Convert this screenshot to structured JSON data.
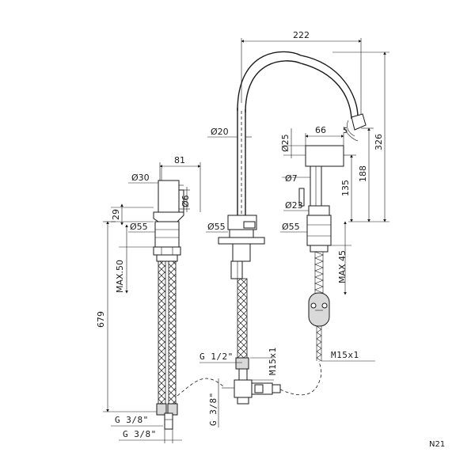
{
  "dimensions": {
    "spout_width": "222",
    "spout_height": "326",
    "spout_body_height": "188",
    "spout_lower_height": "135",
    "spout_max": "MAX 45",
    "spout_pipe_dia": "Ø20",
    "spout_head_dia": "Ø25",
    "spout_head_width": "66",
    "spout_lever_dia": "Ø7",
    "spout_collar_dia": "Ø23",
    "spout_base_dia": "Ø55",
    "center_base_dia": "Ø55",
    "left_width": "81",
    "left_head_dia": "Ø30",
    "left_lever_dia": "Ø6",
    "left_base_dia": "Ø55",
    "left_height": "29",
    "left_max": "MAX.50",
    "total_height": "679",
    "thread_left_1": "G 3/8\"",
    "thread_left_2": "G 3/8\"",
    "thread_center_top": "G 1/2\"",
    "thread_center_side": "G 3/8\"",
    "thread_center_m": "M15x1",
    "thread_right_m": "M15x1"
  },
  "code": "N21"
}
